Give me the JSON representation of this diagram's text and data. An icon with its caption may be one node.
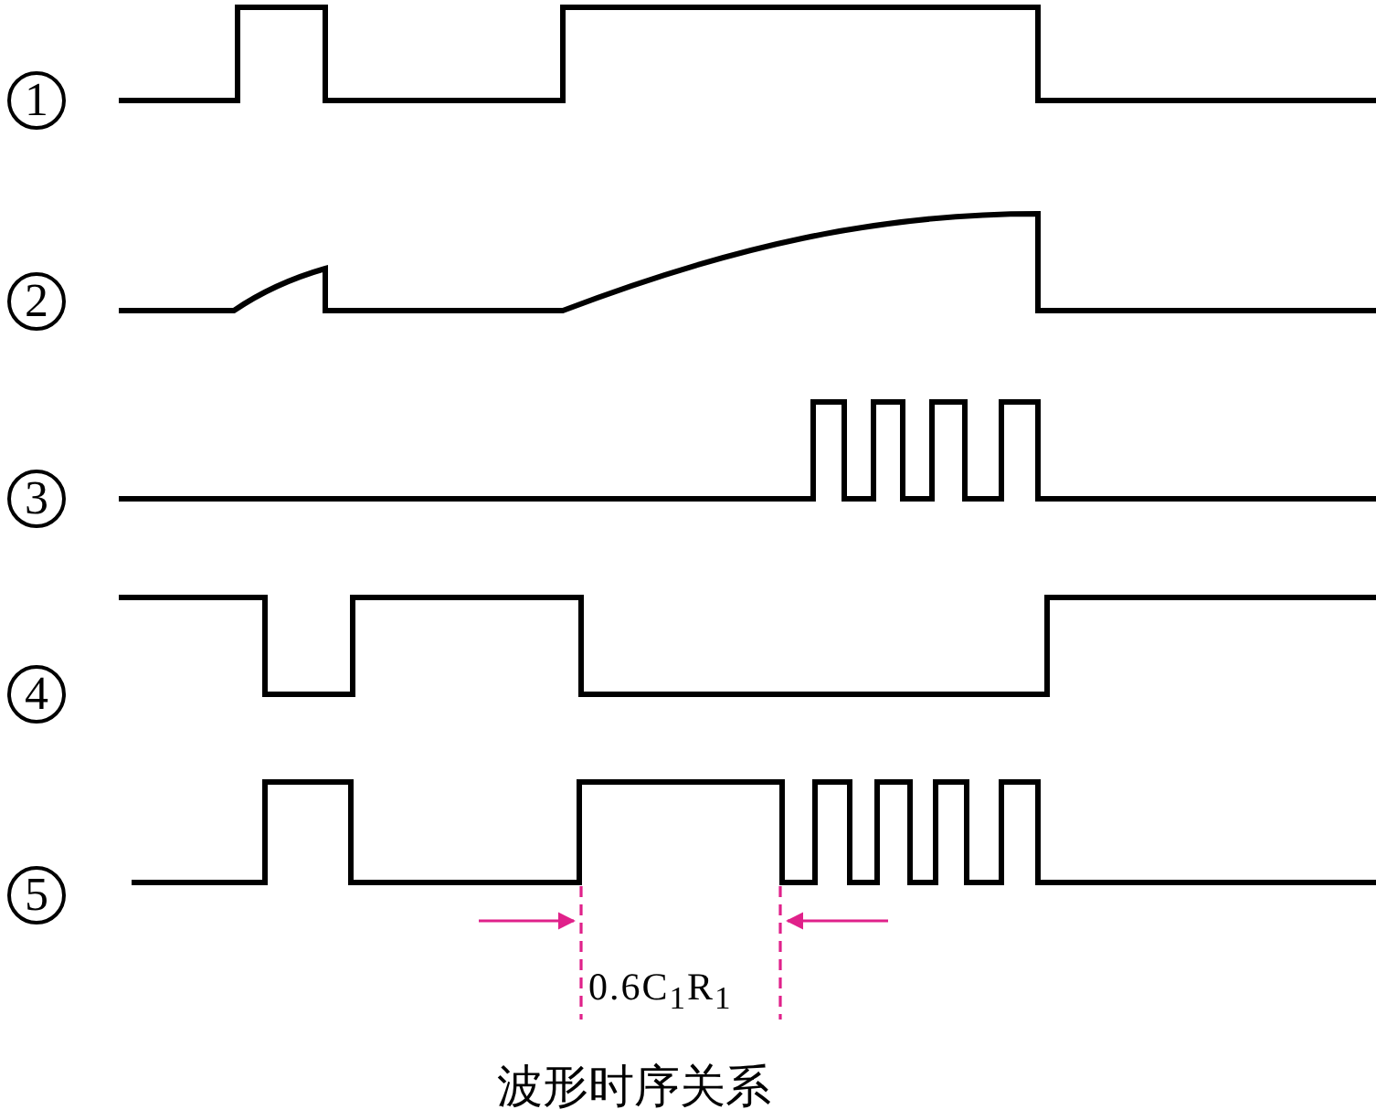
{
  "diagram": {
    "caption": "波形时序关系",
    "nodes": [
      {
        "text": [
          "1"
        ]
      },
      {
        "text": [
          "2"
        ]
      },
      {
        "text": [
          "3"
        ]
      },
      {
        "text": [
          "4"
        ]
      },
      {
        "text": [
          "5"
        ]
      }
    ],
    "labels": [
      "0.6C$_{1}$R$_{1}$"
    ]
  }
}
